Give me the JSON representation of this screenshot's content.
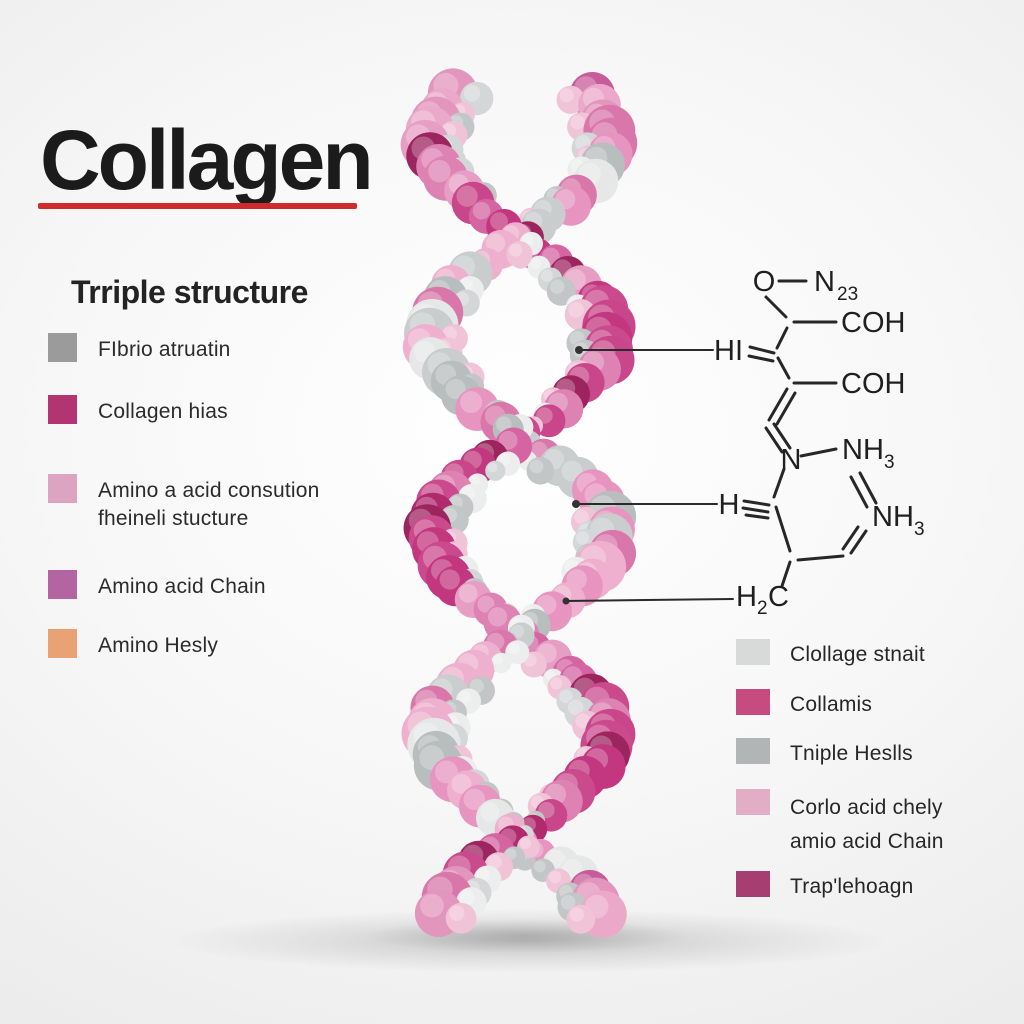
{
  "title": {
    "text": "Collagen",
    "underline_color": "#cf2b2b"
  },
  "subtitle": "Trriple structure",
  "left_legend": [
    {
      "label": "FIbrio atruatin",
      "color": "#9b9b9b"
    },
    {
      "label": "Collagen hias",
      "color": "#b23572"
    },
    {
      "label": "Amino a acid consution",
      "label2": "fheineli stucture",
      "color": "#dca4c0"
    },
    {
      "label": "Amino acid Chain",
      "color": "#b464a0"
    },
    {
      "label": "Amino Hesly",
      "color": "#e8a273"
    }
  ],
  "right_legend": [
    {
      "label": "Clollage stnait",
      "color": "#d8dada"
    },
    {
      "label": "Collamis",
      "color": "#c54b80"
    },
    {
      "label": "Tniple Heslls",
      "color": "#b2b5b6"
    },
    {
      "label": "Corlo acid chely",
      "label2": "amio acid Chain",
      "color": "#e2aec5"
    },
    {
      "label": "Trap'lehoagn",
      "color": "#a63e72"
    }
  ],
  "molecule": {
    "atoms": {
      "o": "O",
      "n": "N",
      "n_sub": "23",
      "coh1": "COH",
      "hi": "HI",
      "coh2": "COH",
      "n2": "N",
      "nh1": "NH",
      "nh1_sub": "3",
      "nh2": "NH",
      "nh2_sub": "3",
      "h": "H",
      "h2c_h": "H",
      "h2c_sub": "2",
      "h2c_c": "C"
    }
  },
  "illustration": {
    "front_palette": [
      "#c2377f",
      "#d564a2",
      "#b02a6d",
      "#e79ec4",
      "#cb4a8e",
      "#9c2560",
      "#de82b4",
      "#c84689"
    ],
    "back_palette": [
      "#c9cdce",
      "#e6e8e8",
      "#eeb0ce",
      "#d977ab",
      "#b8bdbe",
      "#e795c0"
    ],
    "inner_palette": [
      "#d4d7d8",
      "#eceeee",
      "#c2c6c7",
      "#f0c3d7"
    ],
    "tip_palette": [
      "#e295bd",
      "#d977ab",
      "#eba9c9",
      "#c75b9b"
    ],
    "shadow_color": "#8a8a8a"
  }
}
